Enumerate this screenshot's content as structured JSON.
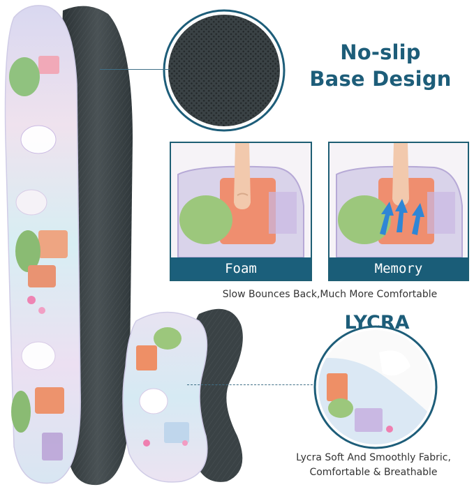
{
  "headings": {
    "noslip_line1": "No-slip",
    "noslip_line2": "Base Design",
    "lycra": "LYCRA"
  },
  "labels": {
    "foam": "Foam",
    "memory": "Memory"
  },
  "captions": {
    "bounce": "Slow Bounces Back,Much More Comfortable",
    "lycra_line1": "Lycra Soft And Smoothly Fabric,",
    "lycra_line2": "Comfortable & Breathable"
  },
  "colors": {
    "accent": "#1d5d79",
    "base_fabric": "#3c4346",
    "pastel_pink": "#f2a7b6",
    "pastel_purple": "#c9b8e3"
  }
}
